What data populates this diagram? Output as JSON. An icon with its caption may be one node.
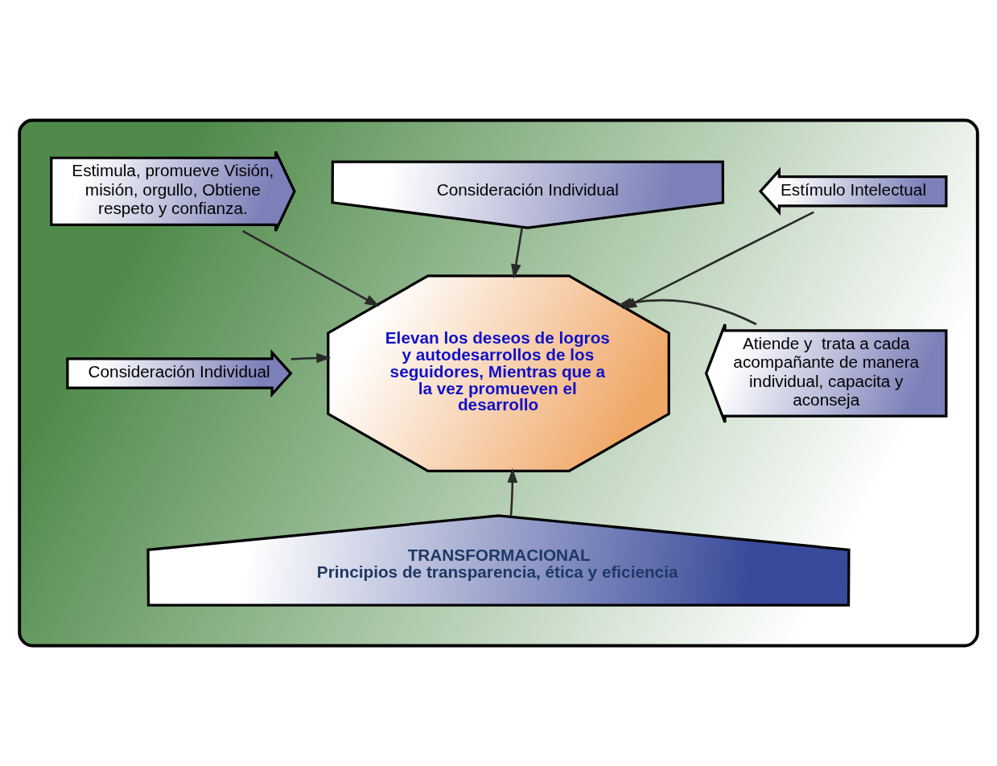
{
  "diagram": {
    "nodes": [
      {
        "text": [],
        "shape": "box"
      },
      {
        "text": [
          "Consideración Individual"
        ],
        "in": 0
      },
      {
        "text": [
          "Estimula, promueve Visión, misión, orgullo, Obtiene respeto y confianza."
        ],
        "in": 0
      },
      {
        "text": [
          "Estímulo Intelectual"
        ],
        "in": 0
      },
      {
        "text": [
          "Elevan los deseos de logros y autodesarrollos de los seguidores, Mientras que a la vez promueven el desarrollo"
        ],
        "in": 0
      },
      {
        "text": [
          "Consideración Individual"
        ],
        "in": 0
      },
      {
        "text": [
          "Atiende y  trata a cada acompañante de manera individual, capacita y aconseja"
        ],
        "in": 0
      },
      {
        "text": [
          "TRANSFORMACIONAL",
          "Principios de transparencia, ética y eficiencia"
        ],
        "in": 0
      }
    ],
    "edges": [
      {
        "from": 1,
        "to": 4,
        "arrow": "to"
      },
      {
        "from": 2,
        "to": 4,
        "arrow": "to"
      },
      {
        "from": 3,
        "to": 4,
        "arrow": "to"
      },
      {
        "from": 5,
        "to": 4,
        "arrow": "to"
      },
      {
        "from": 6,
        "to": 4,
        "arrow": "to"
      },
      {
        "from": 7,
        "to": 4,
        "arrow": "to"
      }
    ]
  }
}
